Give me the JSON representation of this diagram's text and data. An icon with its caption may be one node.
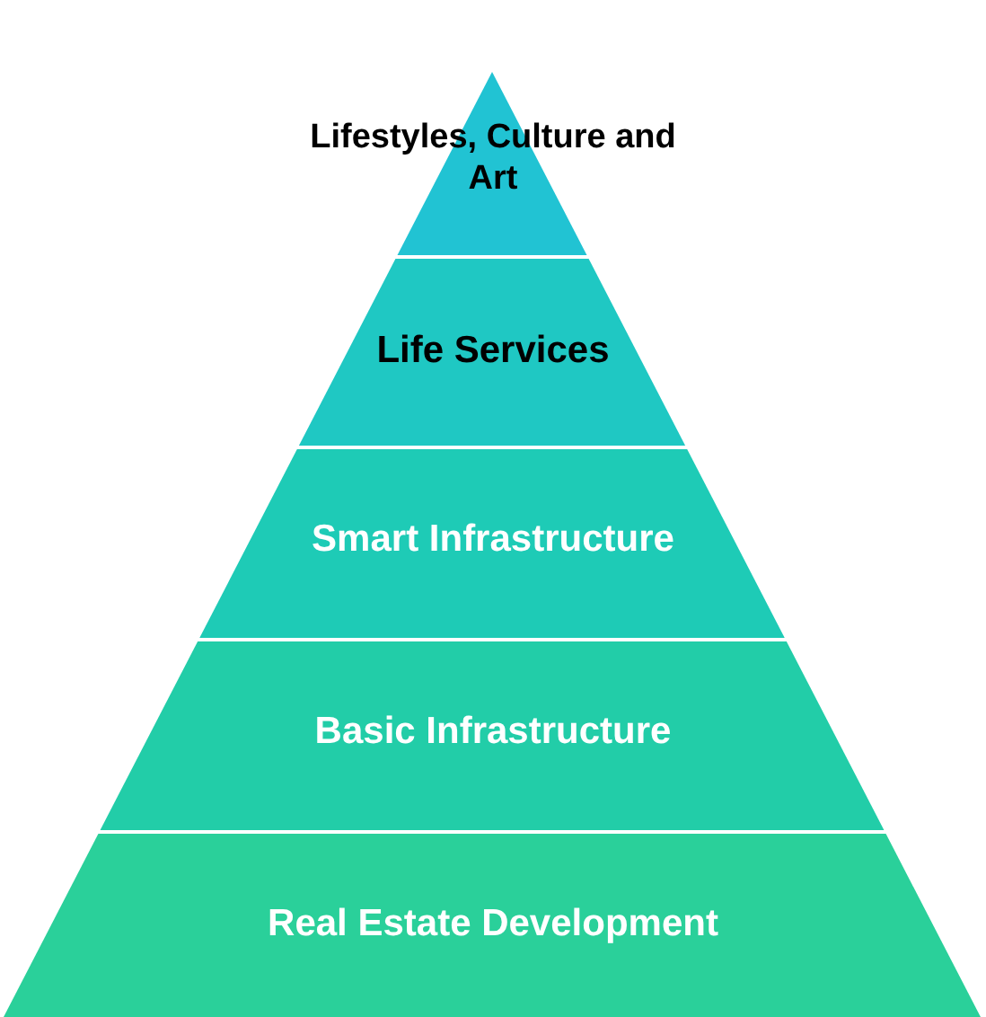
{
  "diagram": {
    "nodes": [
      {
        "text": [
          "Lifestyles, Culture and Art"
        ]
      },
      {
        "text": [
          "Life Services"
        ]
      },
      {
        "text": [
          "Smart Infrastructure"
        ]
      },
      {
        "text": [
          "Basic Infrastructure"
        ]
      },
      {
        "text": [
          "Real Estate Development"
        ]
      }
    ]
  }
}
